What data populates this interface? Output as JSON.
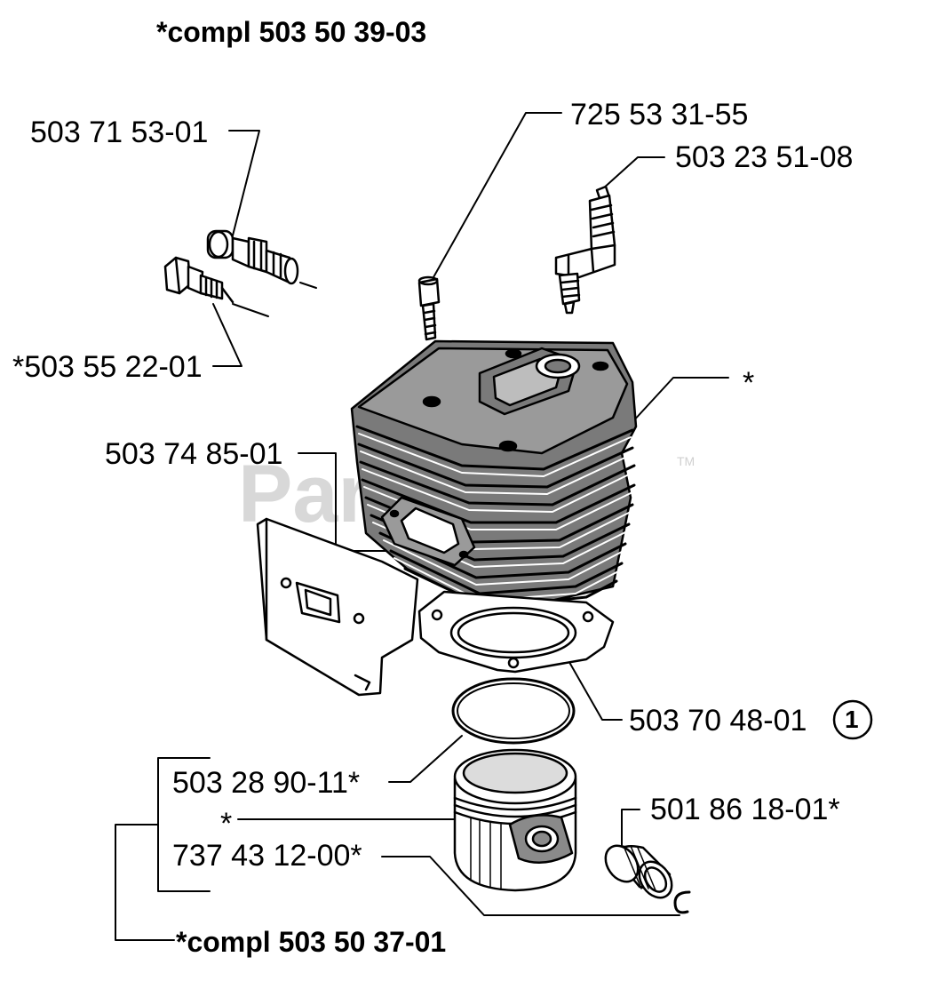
{
  "title": "*compl 503 50 39-03",
  "watermark": {
    "text": "PartsTree",
    "trademark": "TM"
  },
  "callouts": [
    {
      "id": "decomp_valve",
      "text": "503 71 53-01"
    },
    {
      "id": "screw",
      "text": "725 53 31-55"
    },
    {
      "id": "spark_plug",
      "text": "503 23 51-08"
    },
    {
      "id": "valve_fitting",
      "text": "*503 55 22-01"
    },
    {
      "id": "cylinder",
      "text": "*"
    },
    {
      "id": "muffler_gasket",
      "text": "503 74 85-01"
    },
    {
      "id": "cylinder_gasket",
      "text": "503 70 48-01"
    },
    {
      "id": "cylinder_gasket_badge",
      "text": "1"
    },
    {
      "id": "piston_ring",
      "text": "503 28 90-11*"
    },
    {
      "id": "piston",
      "text": "*"
    },
    {
      "id": "needle_bearing",
      "text": "501 86 18-01*"
    },
    {
      "id": "circlip",
      "text": "737 43 12-00*"
    }
  ],
  "footer": "*compl 503 50 37-01"
}
